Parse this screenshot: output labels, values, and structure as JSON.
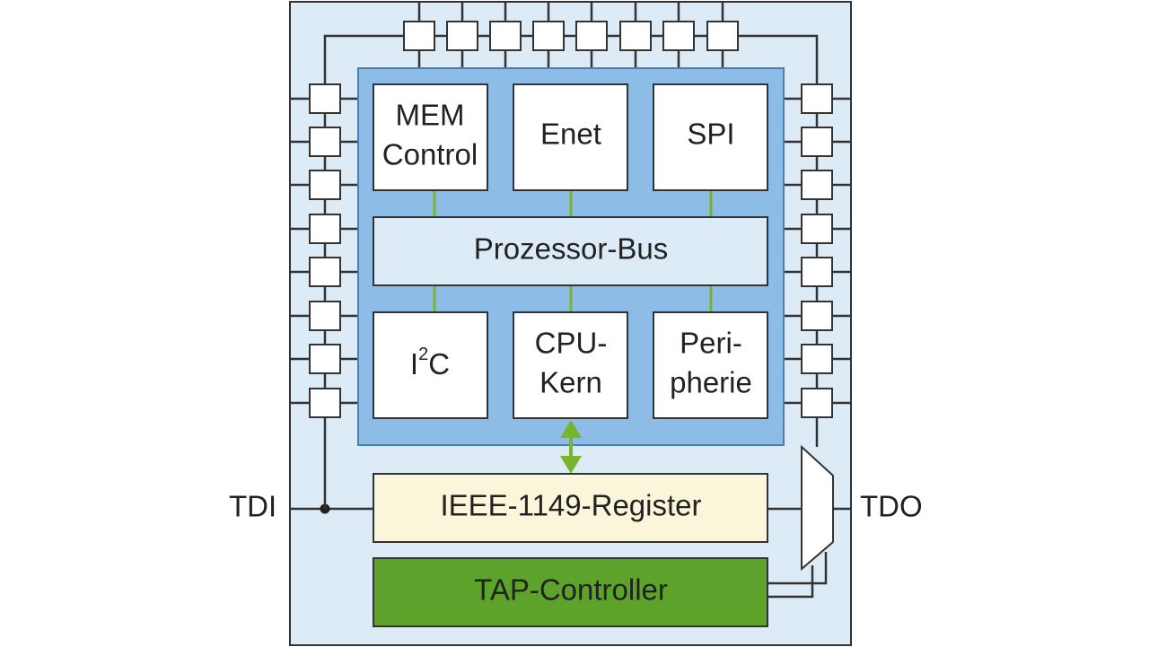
{
  "colors": {
    "chip_fill": "#dcebf5",
    "core_fill": "#8dbde6",
    "bus_fill": "#dcebf5",
    "register_fill": "#fbf6da",
    "tap_fill": "#5da22a",
    "link_green": "#78b430",
    "wire": "#333333"
  },
  "modules": {
    "mem_line1": "MEM",
    "mem_line2": "Control",
    "enet": "Enet",
    "spi": "SPI",
    "bus": "Prozessor-Bus",
    "i2c_base": "I",
    "i2c_sup": "2",
    "i2c_tail": "C",
    "cpu_line1": "CPU-",
    "cpu_line2": "Kern",
    "peri_line1": "Peri-",
    "peri_line2": "pherie"
  },
  "jtag": {
    "register": "IEEE-1149-Register",
    "tap": "TAP-Controller",
    "tdi": "TDI",
    "tdo": "TDO"
  }
}
